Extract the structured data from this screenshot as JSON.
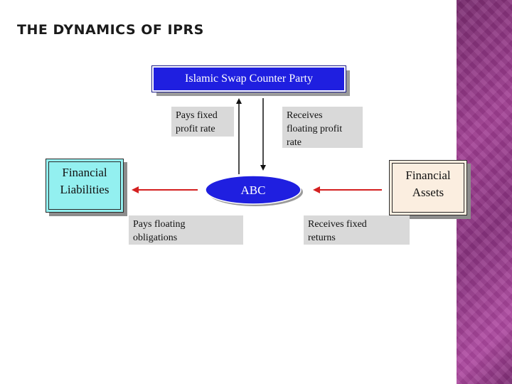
{
  "title": "THE DYNAMICS OF IPRS",
  "nodes": {
    "counterparty": "Islamic Swap Counter Party",
    "abc": "ABC",
    "liabilities": [
      "Financial",
      "Liabilities"
    ],
    "assets": [
      "Financial",
      "Assets"
    ]
  },
  "flows": {
    "pays_fixed": [
      "Pays fixed",
      "profit rate"
    ],
    "receives_floating": [
      "Receives",
      "floating profit",
      "rate"
    ],
    "pays_floating": [
      "Pays floating",
      "obligations"
    ],
    "receives_fixed": [
      "Receives fixed",
      "returns"
    ]
  },
  "colors": {
    "counterparty_fill": "#1f1fe0",
    "abc_fill": "#1f1fe0",
    "liabilities_fill": "#93f0f0",
    "assets_fill": "#fbeee0",
    "arrow_red": "#d42020",
    "arrow_black": "#111111",
    "accent_strip": "#a23f94"
  }
}
